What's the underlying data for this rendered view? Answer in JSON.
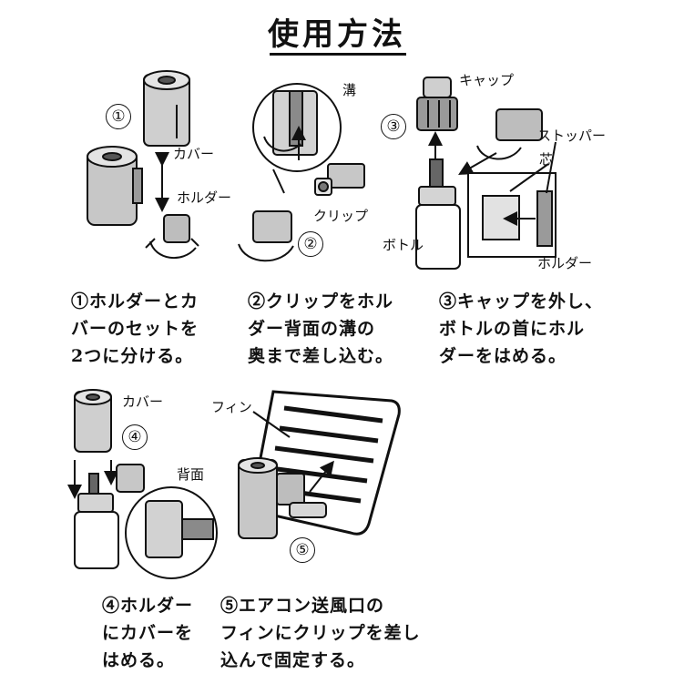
{
  "title": "使用方法",
  "markers": [
    "①",
    "②",
    "③",
    "④",
    "⑤"
  ],
  "labels": {
    "cover": "カバー",
    "holder": "ホルダー",
    "groove": "溝",
    "clip": "クリップ",
    "cap": "キャップ",
    "stopper": "ストッパー",
    "wick": "芯",
    "bottle": "ボトル",
    "holder2": "ホルダー",
    "cover2": "カバー",
    "back": "背面",
    "fin": "フィン"
  },
  "steps": [
    {
      "lines": [
        "①ホルダーとカ",
        "バーのセットを",
        "2つに分ける。"
      ]
    },
    {
      "lines": [
        "②クリップをホル",
        "ダー背面の溝の",
        "奥まで差し込む。"
      ]
    },
    {
      "lines": [
        "③キャップを外し、",
        "ボトルの首にホル",
        "ダーをはめる。"
      ]
    },
    {
      "lines": [
        "④ホルダー",
        "にカバーを",
        "はめる。"
      ]
    },
    {
      "lines": [
        "⑤エアコン送風口の",
        "フィンにクリップを差し",
        "込んで固定する。"
      ]
    }
  ]
}
